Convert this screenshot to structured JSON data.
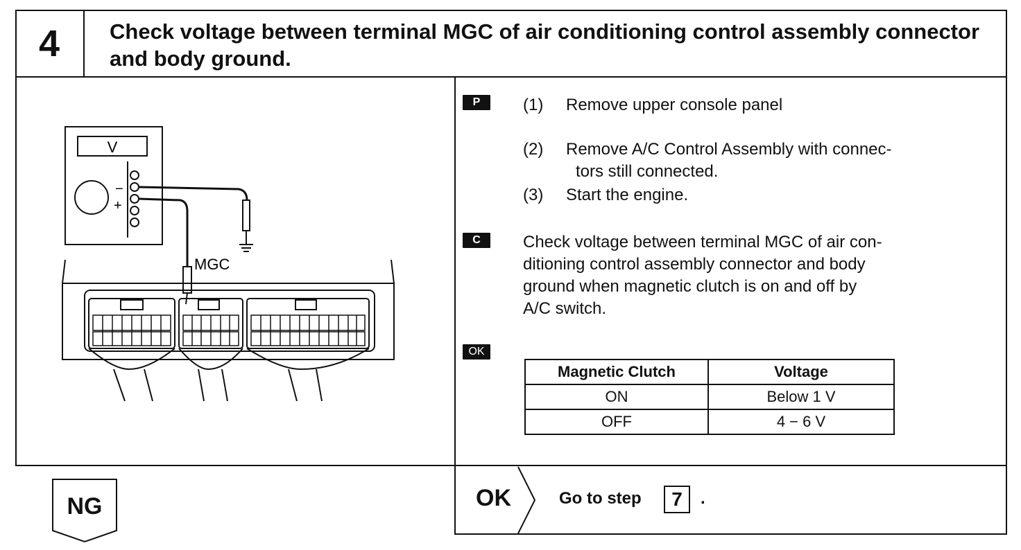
{
  "header": {
    "step_number": "4",
    "title": "Check voltage between terminal MGC of air conditioning control assembly connector and body ground."
  },
  "diagram": {
    "meter_display": "V",
    "minus_label": "−",
    "plus_label": "+",
    "terminal_label": "MGC"
  },
  "procedure": {
    "prep_tag": "P",
    "steps": [
      {
        "num": "(1)",
        "line1": "Remove upper console panel",
        "line2": ""
      },
      {
        "num": "(2)",
        "line1": "Remove A/C Control Assembly with connec-",
        "line2": "tors still connected."
      },
      {
        "num": "(3)",
        "line1": "Start the engine.",
        "line2": ""
      }
    ],
    "check_tag": "C",
    "check_lines": [
      "Check voltage between terminal MGC of air con-",
      "ditioning control assembly connector and body",
      "ground when magnetic clutch is on and off by",
      "A/C switch."
    ],
    "ok_tag": "OK"
  },
  "spec_table": {
    "headers": [
      "Magnetic Clutch",
      "Voltage"
    ],
    "rows": [
      [
        "ON",
        "Below 1 V"
      ],
      [
        "OFF",
        "4 − 6 V"
      ]
    ]
  },
  "result": {
    "ng_label": "NG",
    "ok_label": "OK",
    "goto_text": "Go to step",
    "goto_step": "7",
    "goto_suffix": "."
  }
}
